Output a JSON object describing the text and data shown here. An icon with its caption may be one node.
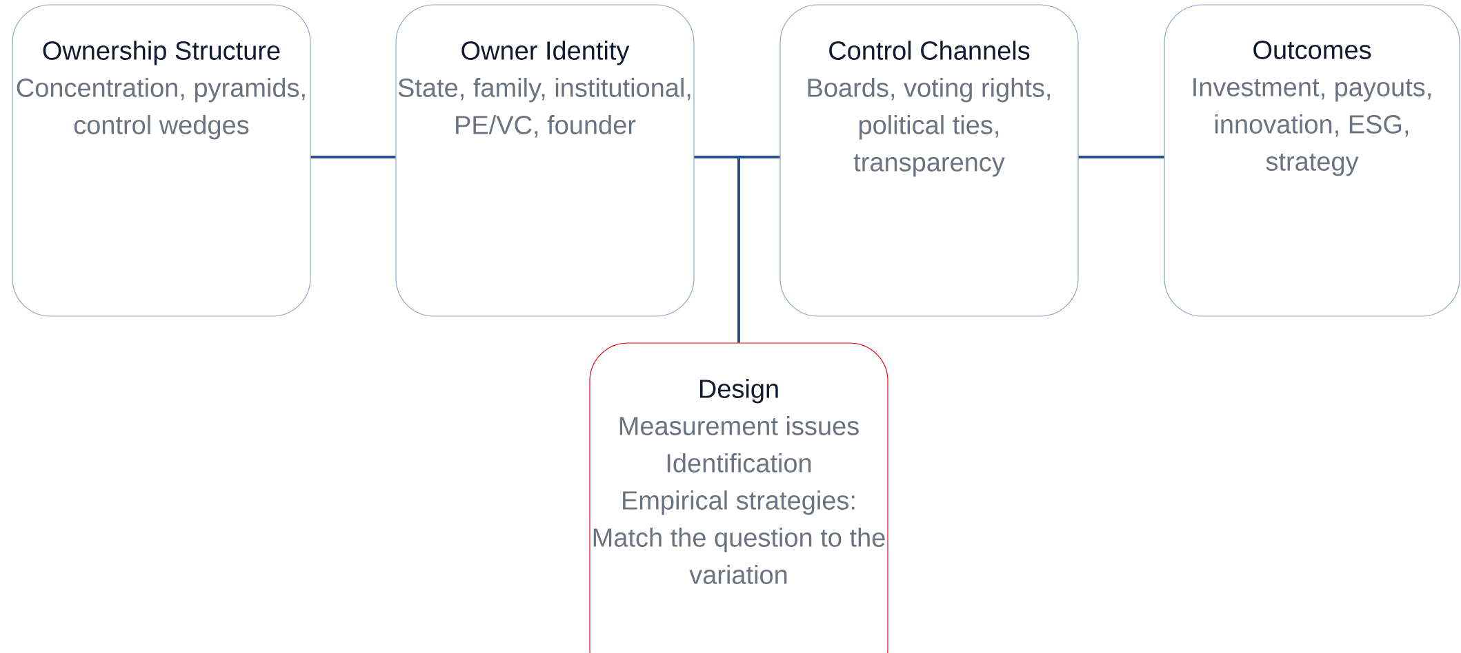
{
  "diagram": {
    "nodes": [
      {
        "text": [
          "Ownership Structure",
          "Concentration, pyramids, control wedges"
        ]
      },
      {
        "text": [
          "Owner Identity",
          "State, family, institutional, PE/VC, founder"
        ]
      },
      {
        "text": [
          "Control Channels",
          "Boards, voting rights, political ties, transparency"
        ]
      },
      {
        "text": [
          "Outcomes",
          "Investment, payouts, innovation, ESG, strategy"
        ]
      },
      {
        "text": [
          "Design",
          "Measurement issues",
          "Identification",
          "Empirical strategies: Match the question to the variation"
        ]
      }
    ],
    "edges": [
      {
        "from": 0,
        "to": 1,
        "arrow": "none"
      },
      {
        "from": 1,
        "to": 2,
        "arrow": "none"
      },
      {
        "from": 2,
        "to": 3,
        "arrow": "none"
      },
      {
        "from": 1,
        "to": 4,
        "arrow": "none"
      }
    ]
  }
}
